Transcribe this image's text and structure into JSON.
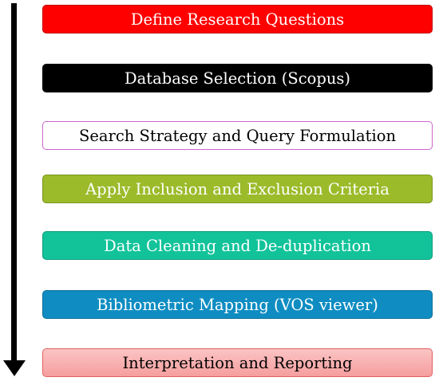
{
  "steps": [
    {
      "label": "Define Research Questions",
      "color": "#ff0000"
    },
    {
      "label": "Database Selection (Scopus)",
      "color": "#000000"
    },
    {
      "label": "Search Strategy and Query Formulation",
      "color": "#ffffff"
    },
    {
      "label": "Apply Inclusion and Exclusion Criteria",
      "color": "#9bbb2a"
    },
    {
      "label": "Data Cleaning and De-duplication",
      "color": "#12c39a"
    },
    {
      "label": "Bibliometric Mapping (VOS viewer)",
      "color": "#0f8dc2"
    },
    {
      "label": "Interpretation and Reporting",
      "color": "#f9b0b0"
    }
  ]
}
